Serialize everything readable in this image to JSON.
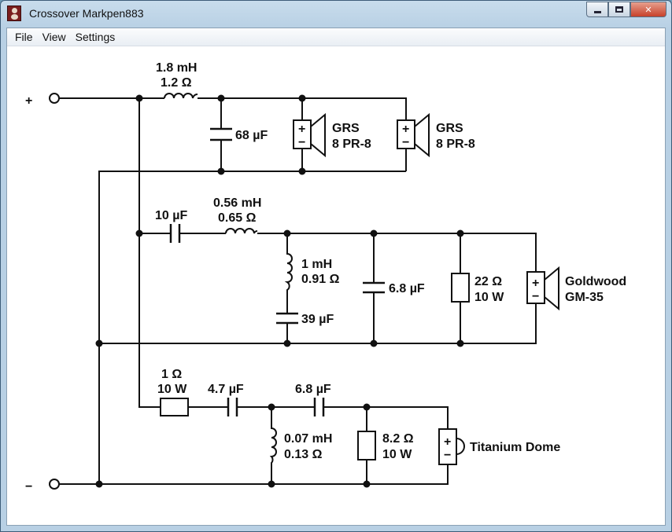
{
  "window": {
    "title": "Crossover Markpen883",
    "close_glyph": "✕"
  },
  "menu": [
    "File",
    "View",
    "Settings"
  ],
  "terminals": {
    "positive": "+",
    "negative": "−"
  },
  "woofer": {
    "inductor": {
      "value": "1.8 mH",
      "resistance": "1.2 Ω"
    },
    "capacitor": "68 µF",
    "speakers": [
      {
        "name": "GRS",
        "model": "8 PR-8"
      },
      {
        "name": "GRS",
        "model": "8 PR-8"
      }
    ]
  },
  "midrange": {
    "series_capacitor": "10 µF",
    "series_inductor": {
      "value": "0.56 mH",
      "resistance": "0.65 Ω"
    },
    "shunt_inductor": {
      "value": "1 mH",
      "resistance": "0.91 Ω"
    },
    "shunt_capacitor": "39 µF",
    "parallel_capacitor": "6.8 µF",
    "resistor": {
      "value": "22 Ω",
      "power": "10 W"
    },
    "speaker": {
      "name": "Goldwood",
      "model": "GM-35"
    }
  },
  "tweeter": {
    "series_resistor": {
      "value": "1 Ω",
      "power": "10 W"
    },
    "capacitor1": "4.7 µF",
    "capacitor2": "6.8 µF",
    "shunt_inductor": {
      "value": "0.07 mH",
      "resistance": "0.13 Ω"
    },
    "resistor": {
      "value": "8.2 Ω",
      "power": "10 W"
    },
    "speaker": {
      "name": "Titanium Dome"
    }
  },
  "speaker_polarity": {
    "plus": "+",
    "minus": "−"
  },
  "colors": {
    "wire": "#111111",
    "background": "#ffffff",
    "close_button": "#c7412a"
  },
  "icons": [
    "app-speaker-icon",
    "minimize-icon",
    "maximize-icon",
    "close-icon"
  ]
}
